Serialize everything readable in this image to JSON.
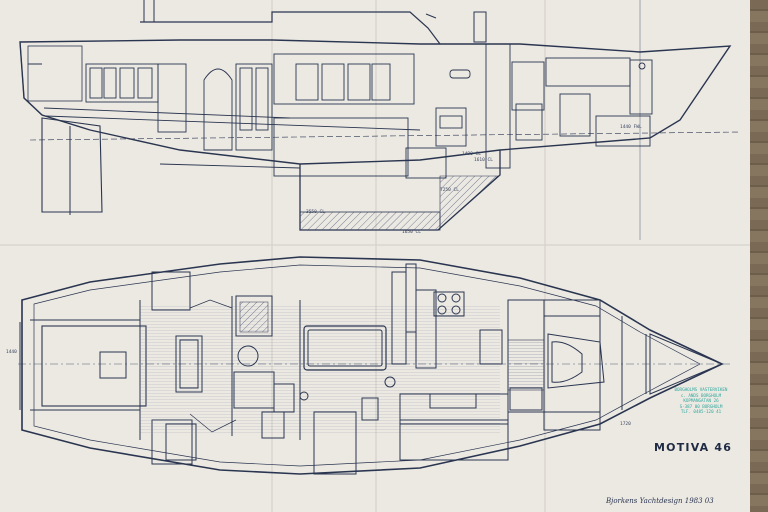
{
  "drawing": {
    "title": "MOTIVA 46",
    "stamp_lines": [
      "BORGHOLMS VASTERVIKEN",
      "c. ANDS BORGHOLM",
      "KOPMANGATAN 26",
      "S-387 00 BORGHOLM",
      "TLF. 0485-120 41"
    ],
    "signature": "Bjorkens Yachtdesign 1983 03",
    "dimension_labels": {
      "d1": "3550 CL",
      "d2": "7250 CL",
      "d3": "1490 CL",
      "d4": "1440 FWL",
      "d5": "1610 CL",
      "d6": "1720",
      "d7": "1650 CL",
      "d8": "1440"
    }
  },
  "colors": {
    "paper": "#ece9e3",
    "ink": "#2a3550",
    "stamp": "#2fa89c",
    "wood": "#7a6a55"
  }
}
